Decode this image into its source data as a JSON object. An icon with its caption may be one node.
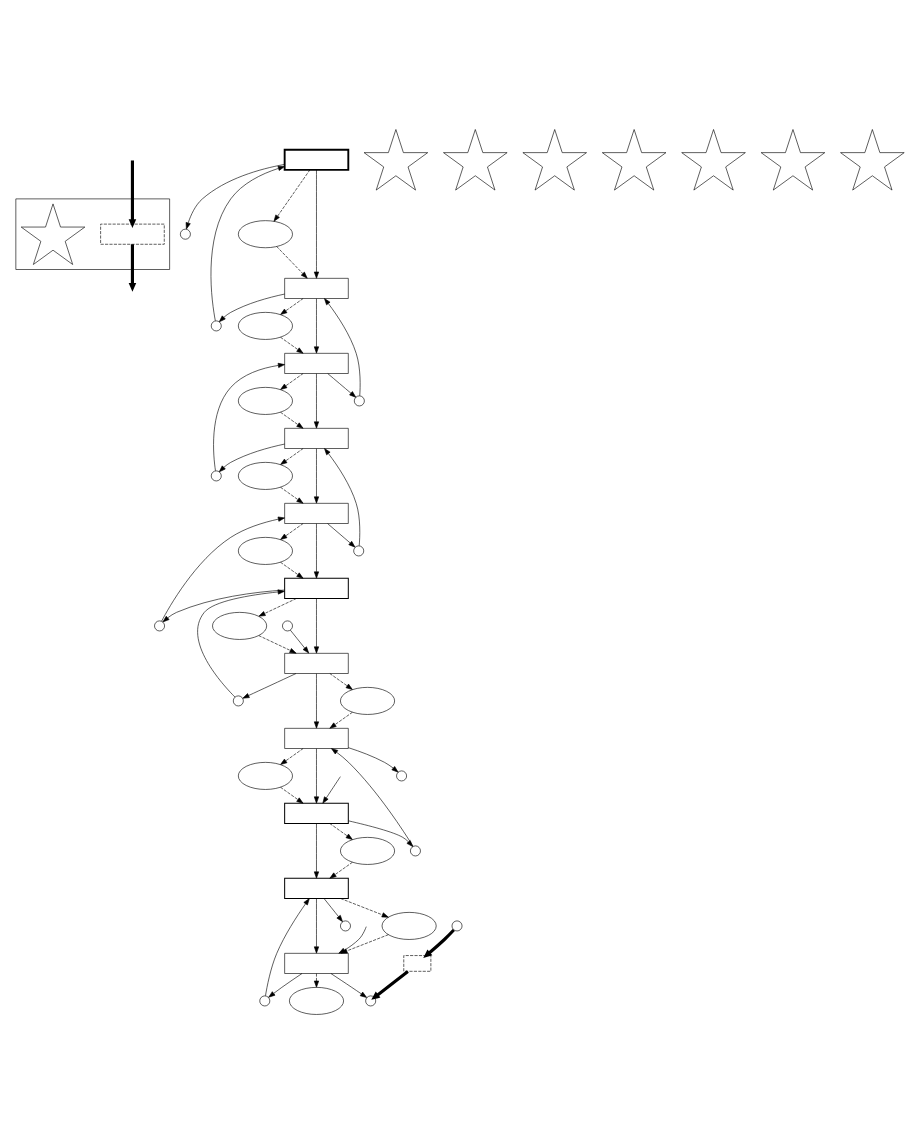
{
  "diagram": {
    "nodes": [
      {
        "text": [],
        "shape": "box"
      },
      {
        "text": [],
        "shape": "box",
        "in": 0
      },
      {
        "text": [],
        "shape": "star",
        "in": 0
      },
      {
        "text": [],
        "shape": "box"
      },
      {
        "text": [],
        "shape": "person"
      },
      {
        "text": [],
        "shape": "star"
      },
      {
        "text": [],
        "shape": "person"
      },
      {
        "text": [],
        "shape": "ellipse"
      },
      {
        "text": [],
        "shape": "box"
      },
      {
        "text": [],
        "shape": "ellipse"
      },
      {
        "text": [],
        "shape": "person"
      },
      {
        "text": [],
        "shape": "box"
      },
      {
        "text": [],
        "shape": "person"
      },
      {
        "text": [],
        "shape": "ellipse"
      },
      {
        "text": [],
        "shape": "star"
      },
      {
        "text": [],
        "shape": "box"
      },
      {
        "text": [],
        "shape": "person"
      },
      {
        "text": [],
        "shape": "ellipse"
      },
      {
        "text": [],
        "shape": "box"
      },
      {
        "text": [],
        "shape": "person"
      },
      {
        "text": [],
        "shape": "ellipse"
      },
      {
        "text": [],
        "shape": "star"
      },
      {
        "text": [],
        "shape": "box"
      },
      {
        "text": [],
        "shape": "person"
      },
      {
        "text": [],
        "shape": "ellipse"
      },
      {
        "text": [],
        "shape": "box"
      },
      {
        "text": [],
        "shape": "person"
      },
      {
        "text": [],
        "shape": "star"
      },
      {
        "text": [],
        "shape": "ellipse"
      },
      {
        "text": [],
        "shape": "box"
      },
      {
        "text": [],
        "shape": "person"
      },
      {
        "text": [],
        "shape": "person"
      },
      {
        "text": [],
        "shape": "ellipse"
      },
      {
        "text": [],
        "shape": "box"
      },
      {
        "text": [],
        "shape": "star"
      },
      {
        "text": [],
        "shape": "person"
      },
      {
        "text": [],
        "shape": "ellipse"
      },
      {
        "text": [],
        "shape": "box"
      },
      {
        "text": [],
        "shape": "star"
      },
      {
        "text": [],
        "shape": "ellipse"
      },
      {
        "text": [],
        "shape": "person"
      },
      {
        "text": [],
        "shape": "person"
      },
      {
        "text": [],
        "shape": "box"
      },
      {
        "text": [],
        "shape": "star"
      },
      {
        "text": [],
        "shape": "person"
      },
      {
        "text": [],
        "shape": "box"
      },
      {
        "text": [],
        "shape": "ellipse"
      }
    ],
    "edges": [
      {
        "from": null,
        "to": 1,
        "arrow": "to",
        "style": "thick"
      },
      {
        "from": 1,
        "to": null,
        "arrow": "to",
        "style": "thick"
      },
      {
        "from": 3,
        "to": 8,
        "arrow": "to"
      },
      {
        "from": 8,
        "to": 11,
        "arrow": "to"
      },
      {
        "from": 11,
        "to": 15,
        "arrow": "to"
      },
      {
        "from": 15,
        "to": 18,
        "arrow": "to"
      },
      {
        "from": 18,
        "to": 22,
        "arrow": "to"
      },
      {
        "from": 22,
        "to": 25,
        "arrow": "to"
      },
      {
        "from": 25,
        "to": 29,
        "arrow": "to"
      },
      {
        "from": 29,
        "to": 33,
        "arrow": "to"
      },
      {
        "from": 33,
        "to": 37,
        "arrow": "to"
      },
      {
        "from": 37,
        "to": 42,
        "arrow": "to"
      },
      {
        "from": 6,
        "to": 3,
        "arrow": "to"
      },
      {
        "from": 8,
        "to": 6,
        "arrow": "to"
      },
      {
        "from": 3,
        "to": 4,
        "arrow": "to"
      },
      {
        "from": 3,
        "to": 7,
        "arrow": "to",
        "style": "dashed"
      },
      {
        "from": 7,
        "to": 8,
        "arrow": "to",
        "style": "dashed"
      },
      {
        "from": 10,
        "to": 8,
        "arrow": "to"
      },
      {
        "from": 8,
        "to": 9,
        "arrow": "to",
        "style": "dashed"
      },
      {
        "from": 9,
        "to": 11,
        "arrow": "to",
        "style": "dashed"
      },
      {
        "from": 11,
        "to": 10,
        "arrow": "to"
      },
      {
        "from": 12,
        "to": 11,
        "arrow": "to"
      },
      {
        "from": 15,
        "to": 12,
        "arrow": "to"
      },
      {
        "from": 11,
        "to": 13,
        "arrow": "to",
        "style": "dashed"
      },
      {
        "from": 13,
        "to": 15,
        "arrow": "to",
        "style": "dashed"
      },
      {
        "from": 16,
        "to": 15,
        "arrow": "to"
      },
      {
        "from": 15,
        "to": 17,
        "arrow": "to",
        "style": "dashed"
      },
      {
        "from": 17,
        "to": 18,
        "arrow": "to",
        "style": "dashed"
      },
      {
        "from": 18,
        "to": 16,
        "arrow": "to"
      },
      {
        "from": 19,
        "to": 18,
        "arrow": "to"
      },
      {
        "from": 22,
        "to": 19,
        "arrow": "to"
      },
      {
        "from": 18,
        "to": 20,
        "arrow": "to",
        "style": "dashed"
      },
      {
        "from": 20,
        "to": 22,
        "arrow": "to",
        "style": "dashed"
      },
      {
        "from": 23,
        "to": 22,
        "arrow": "to"
      },
      {
        "from": 22,
        "to": 24,
        "arrow": "to",
        "style": "dashed"
      },
      {
        "from": 24,
        "to": 25,
        "arrow": "to",
        "style": "dashed"
      },
      {
        "from": 25,
        "to": 23,
        "arrow": "to"
      },
      {
        "from": 26,
        "to": 25,
        "arrow": "to"
      },
      {
        "from": 25,
        "to": 28,
        "arrow": "to",
        "style": "dashed"
      },
      {
        "from": 28,
        "to": 29,
        "arrow": "to",
        "style": "dashed"
      },
      {
        "from": 29,
        "to": 30,
        "arrow": "to"
      },
      {
        "from": 31,
        "to": 29,
        "arrow": "to"
      },
      {
        "from": 29,
        "to": 32,
        "arrow": "to",
        "style": "dashed"
      },
      {
        "from": 32,
        "to": 33,
        "arrow": "to",
        "style": "dashed"
      },
      {
        "from": null,
        "to": 33,
        "arrow": "to"
      },
      {
        "from": 33,
        "to": 31,
        "arrow": "to"
      },
      {
        "from": 33,
        "to": 36,
        "arrow": "to",
        "style": "dashed"
      },
      {
        "from": 36,
        "to": 37,
        "arrow": "to",
        "style": "dashed"
      },
      {
        "from": 37,
        "to": 35,
        "arrow": "to"
      },
      {
        "from": 40,
        "to": 37,
        "arrow": "to"
      },
      {
        "from": 37,
        "to": 39,
        "arrow": "to",
        "style": "dashed"
      },
      {
        "from": 39,
        "to": 42,
        "arrow": "to",
        "style": "dashed"
      },
      {
        "from": null,
        "to": 42,
        "arrow": "to"
      },
      {
        "from": 42,
        "to": 41,
        "arrow": "to"
      },
      {
        "from": 42,
        "to": 40,
        "arrow": "to"
      },
      {
        "from": 42,
        "to": 46,
        "arrow": "to",
        "style": "dashed"
      },
      {
        "from": 44,
        "to": 45,
        "arrow": "to",
        "style": "thick"
      },
      {
        "from": 45,
        "to": 41,
        "arrow": "to",
        "style": "thick"
      }
    ]
  }
}
